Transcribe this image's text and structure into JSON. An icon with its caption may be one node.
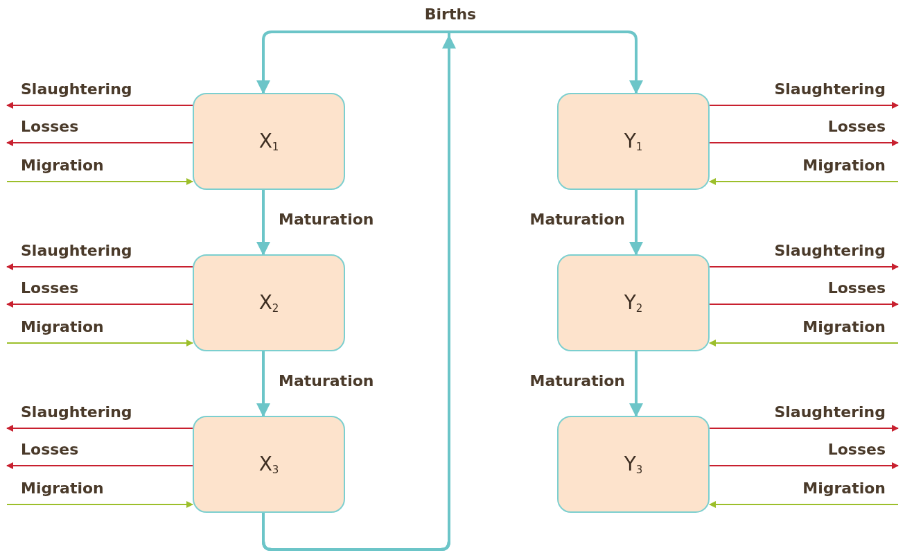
{
  "diagram": {
    "nodes": [
      {
        "text": [
          "X$_{1}$"
        ]
      },
      {
        "text": [
          "X$_{2}$"
        ]
      },
      {
        "text": [
          "X$_{3}$"
        ]
      },
      {
        "text": [
          "Y$_{1}$"
        ]
      },
      {
        "text": [
          "Y$_{2}$"
        ]
      },
      {
        "text": [
          "Y$_{3}$"
        ]
      }
    ],
    "edges": [
      {
        "from": 0,
        "to": null,
        "arrow": "to",
        "label": "Slaughtering",
        "color": "#c8202f"
      },
      {
        "from": 0,
        "to": null,
        "arrow": "to",
        "label": "Losses",
        "color": "#c8202f"
      },
      {
        "from": null,
        "to": 0,
        "arrow": "to",
        "label": "Migration",
        "color": "#9cbf2b"
      },
      {
        "from": 0,
        "to": 1,
        "arrow": "to",
        "label": "Maturation",
        "color": "#6cc5c8",
        "style": "thick"
      },
      {
        "from": 1,
        "to": null,
        "arrow": "to",
        "label": "Slaughtering",
        "color": "#c8202f"
      },
      {
        "from": 1,
        "to": null,
        "arrow": "to",
        "label": "Losses",
        "color": "#c8202f"
      },
      {
        "from": null,
        "to": 1,
        "arrow": "to",
        "label": "Migration",
        "color": "#9cbf2b"
      },
      {
        "from": 1,
        "to": 2,
        "arrow": "to",
        "label": "Maturation",
        "color": "#6cc5c8",
        "style": "thick"
      },
      {
        "from": 2,
        "to": null,
        "arrow": "to",
        "label": "Slaughtering",
        "color": "#c8202f"
      },
      {
        "from": 2,
        "to": null,
        "arrow": "to",
        "label": "Losses",
        "color": "#c8202f"
      },
      {
        "from": null,
        "to": 2,
        "arrow": "to",
        "label": "Migration",
        "color": "#9cbf2b"
      },
      {
        "from": 3,
        "to": null,
        "arrow": "to",
        "label": "Slaughtering",
        "color": "#c8202f"
      },
      {
        "from": 3,
        "to": null,
        "arrow": "to",
        "label": "Losses",
        "color": "#c8202f"
      },
      {
        "from": null,
        "to": 3,
        "arrow": "to",
        "label": "Migration",
        "color": "#9cbf2b"
      },
      {
        "from": 3,
        "to": 4,
        "arrow": "to",
        "label": "Maturation",
        "color": "#6cc5c8",
        "style": "thick"
      },
      {
        "from": 4,
        "to": null,
        "arrow": "to",
        "label": "Slaughtering",
        "color": "#c8202f"
      },
      {
        "from": 4,
        "to": null,
        "arrow": "to",
        "label": "Losses",
        "color": "#c8202f"
      },
      {
        "from": null,
        "to": 4,
        "arrow": "to",
        "label": "Migration",
        "color": "#9cbf2b"
      },
      {
        "from": 4,
        "to": 5,
        "arrow": "to",
        "label": "Maturation",
        "color": "#6cc5c8",
        "style": "thick"
      },
      {
        "from": 5,
        "to": null,
        "arrow": "to",
        "label": "Slaughtering",
        "color": "#c8202f"
      },
      {
        "from": 5,
        "to": null,
        "arrow": "to",
        "label": "Losses",
        "color": "#c8202f"
      },
      {
        "from": null,
        "to": 5,
        "arrow": "to",
        "label": "Migration",
        "color": "#9cbf2b"
      },
      {
        "from": 2,
        "to": 0,
        "arrow": "to",
        "label": "Births",
        "color": "#6cc5c8",
        "style": "thick"
      },
      {
        "from": 2,
        "to": 3,
        "arrow": "to",
        "color": "#6cc5c8",
        "style": "thick"
      }
    ]
  }
}
